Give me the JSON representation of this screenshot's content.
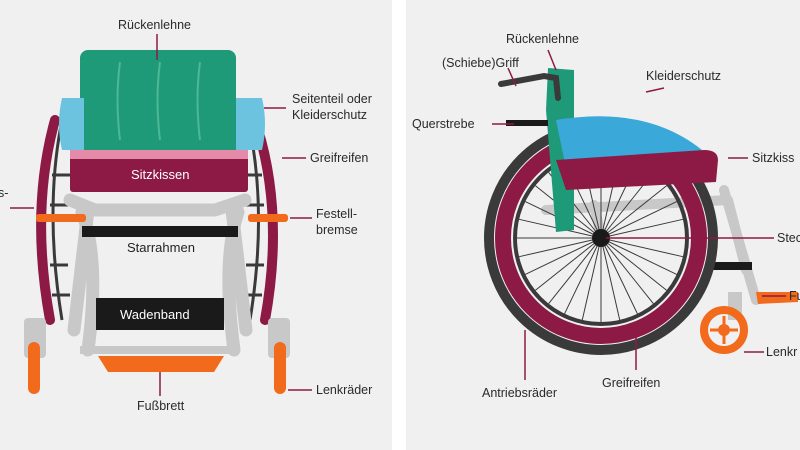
{
  "left_labels": {
    "rueckenlehne": "Rückenlehne",
    "seitenteil_1": "Seitenteil oder",
    "seitenteil_2": "Kleiderschutz",
    "greifreifen": "Greifreifen",
    "sitzkissen": "Sitzkissen",
    "cut_label": "s-",
    "festell_1": "Festell-",
    "festell_2": "bremse",
    "starrahmen": "Starrahmen",
    "wadenband": "Wadenband",
    "fussbrett": "Fußbrett",
    "lenkraeder": "Lenkräder"
  },
  "right_labels": {
    "rueckenlehne": "Rückenlehne",
    "schiebegriff": "(Schiebe)Griff",
    "kleiderschutz": "Kleiderschutz",
    "querstrebe": "Querstrebe",
    "sitzkissen": "Sitzkiss",
    "steckachse": "Stec",
    "fussbrett": "Fu",
    "lenkraeder": "Lenkr",
    "antriebsraeder": "Antriebsräder",
    "greifreifen": "Greifreifen"
  },
  "colors": {
    "backrest": "#1f9a78",
    "side_guard": "#6cc3e0",
    "cushion": "#8c1a45",
    "wheel": "#8c1a45",
    "frame": "#c8c8c8",
    "orange": "#f26a1b",
    "tire_dark": "#3a3a3a",
    "background": "#f0f0f0"
  }
}
